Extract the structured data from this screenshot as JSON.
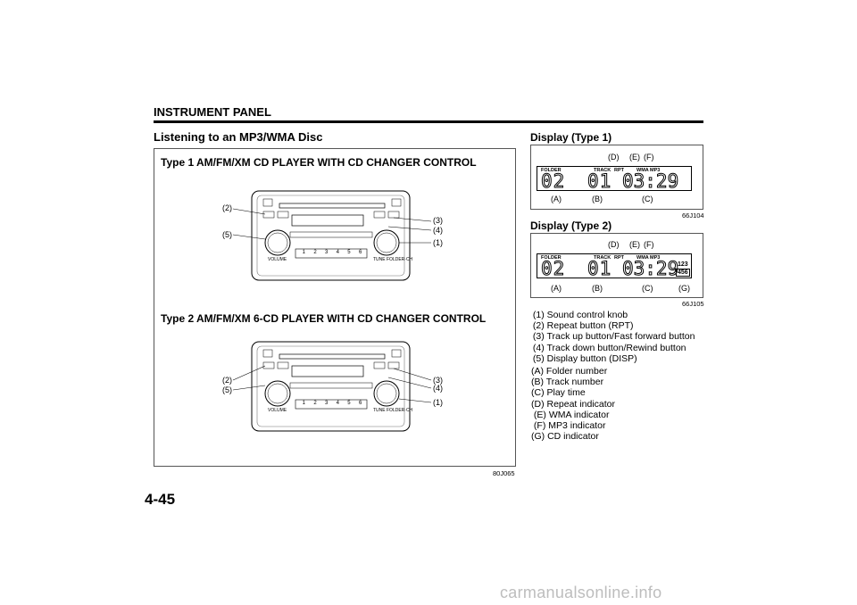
{
  "header": {
    "section_title": "INSTRUMENT PANEL",
    "page_heading": "Listening to an MP3/WMA Disc",
    "page_number": "4-45"
  },
  "left_figure": {
    "type1_caption": "Type 1 AM/FM/XM CD PLAYER WITH CD CHANGER CONTROL",
    "type2_caption": "Type 2 AM/FM/XM 6-CD PLAYER WITH CD CHANGER CONTROL",
    "callouts": {
      "c1": "(1)",
      "c2": "(2)",
      "c3": "(3)",
      "c4": "(4)",
      "c5": "(5)"
    },
    "radio": {
      "preset_labels": [
        "1",
        "2",
        "3",
        "4",
        "5",
        "6"
      ],
      "volume_label": "VOLUME",
      "tune_label": "TUNE FOLDER·CH"
    },
    "figure_code": "80J065"
  },
  "display_type1": {
    "caption": "Display (Type 1)",
    "screen": {
      "folder_label": "FOLDER",
      "track_label": "TRACK",
      "rpt_label": "RPT",
      "wma_label": "WMA",
      "mp3_label": "MP3",
      "folder_value": "02",
      "track_value": "01",
      "time_value": "03:29"
    },
    "labels": {
      "a": "(A)",
      "b": "(B)",
      "c": "(C)",
      "d": "(D)",
      "e": "(E)",
      "f": "(F)"
    },
    "figure_code": "66J104"
  },
  "display_type2": {
    "caption": "Display (Type 2)",
    "screen": {
      "folder_label": "FOLDER",
      "track_label": "TRACK",
      "rpt_label": "RPT",
      "wma_label": "WMA",
      "mp3_label": "MP3",
      "folder_value": "02",
      "track_value": "01",
      "time_value": "03:29",
      "cd_numbers": "123",
      "cd_numbers2": "456"
    },
    "labels": {
      "a": "(A)",
      "b": "(B)",
      "c": "(C)",
      "d": "(D)",
      "e": "(E)",
      "f": "(F)",
      "g": "(G)"
    },
    "figure_code": "66J105"
  },
  "legend_numbers": [
    " (1) Sound control knob",
    " (2) Repeat button (RPT)",
    " (3) Track up button/Fast forward button",
    " (4) Track down button/Rewind button",
    " (5) Display button (DISP)"
  ],
  "legend_letters": [
    "(A) Folder number",
    "(B) Track number",
    "(C) Play time",
    "(D) Repeat indicator",
    " (E) WMA indicator",
    " (F) MP3 indicator",
    "(G) CD indicator"
  ],
  "watermark": "carmanualsonline.info"
}
